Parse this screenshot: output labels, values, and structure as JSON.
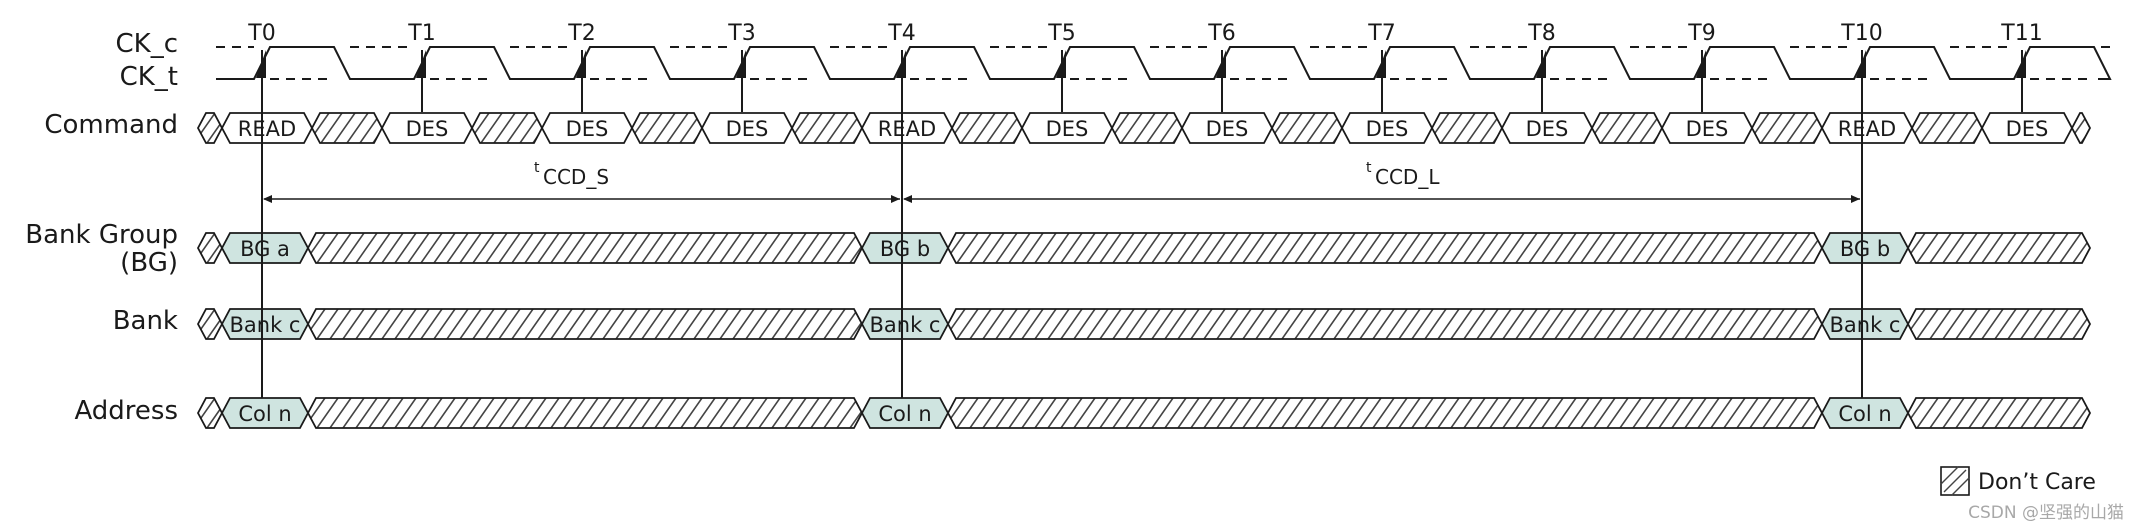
{
  "colors": {
    "line": "#1a1a1a",
    "fill_highlight": "#cfe4e0",
    "hatch": "#444444",
    "watermark": "#a8a8a8"
  },
  "signals": {
    "ck_c": "CK_c",
    "ck_t": "CK_t",
    "command": "Command",
    "bank_group_1": "Bank Group",
    "bank_group_2": "(BG)",
    "bank": "Bank",
    "address": "Address"
  },
  "ticks": [
    "T0",
    "T1",
    "T2",
    "T3",
    "T4",
    "T5",
    "T6",
    "T7",
    "T8",
    "T9",
    "T10",
    "T11"
  ],
  "command_cells": [
    "READ",
    "DES",
    "DES",
    "DES",
    "READ",
    "DES",
    "DES",
    "DES",
    "DES",
    "DES",
    "READ",
    "DES"
  ],
  "bg_cells": [
    "BG a",
    "BG b",
    "BG b"
  ],
  "bank_cells": [
    "Bank c",
    "Bank c",
    "Bank c"
  ],
  "address_cells": [
    "Col n",
    "Col n",
    "Col n"
  ],
  "timing": {
    "ccd_s_sup": "t",
    "ccd_s": "CCD_S",
    "ccd_l_sup": "t",
    "ccd_l": "CCD_L"
  },
  "legend": {
    "label": "Don’t Care",
    "icon": "hatch-icon"
  },
  "watermark": "CSDN @坚强的山猫"
}
